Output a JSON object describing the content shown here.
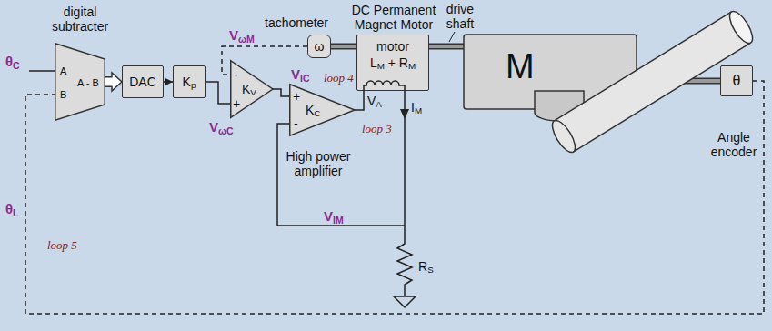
{
  "diagram": {
    "nodes": [
      {
        "text": [
          "digital subtracter",
          "A",
          "A - B",
          "B"
        ]
      },
      {
        "text": [
          "DAC"
        ]
      },
      {
        "text": [
          "Kp"
        ]
      },
      {
        "text": [
          "-",
          "KV",
          "+"
        ]
      },
      {
        "text": [
          "+",
          "KC",
          "-",
          "High power amplifier"
        ]
      },
      {
        "text": [
          "tachometer",
          "ω"
        ]
      },
      {
        "text": [
          "DC Permanent Magnet Motor",
          "motor",
          "LM + RM"
        ]
      },
      {
        "text": [
          "M"
        ]
      },
      {
        "text": [
          "θ",
          "Angle encoder"
        ]
      }
    ],
    "edges": [
      {
        "from": 0,
        "to": 1,
        "arrow": "to"
      },
      {
        "from": 1,
        "to": 2,
        "arrow": "to"
      },
      {
        "from": 2,
        "to": 3,
        "arrow": "none"
      },
      {
        "from": 5,
        "to": 3,
        "arrow": "none"
      },
      {
        "from": 3,
        "to": 4,
        "arrow": "none"
      },
      {
        "from": 4,
        "to": 6,
        "arrow": "none"
      },
      {
        "from": 6,
        "to": 4,
        "arrow": "none"
      },
      {
        "from": 5,
        "to": 6,
        "arrow": "none"
      },
      {
        "from": 6,
        "to": 7,
        "arrow": "none"
      },
      {
        "from": 7,
        "to": 8,
        "arrow": "none"
      },
      {
        "from": 8,
        "to": 0,
        "arrow": "none"
      }
    ],
    "labels": [
      "θC",
      "θL",
      "VωM",
      "VωC",
      "VIC",
      "VA",
      "IM",
      "VIM",
      "RS",
      "loop 3",
      "loop 4",
      "loop 5",
      "drive shaft"
    ]
  }
}
